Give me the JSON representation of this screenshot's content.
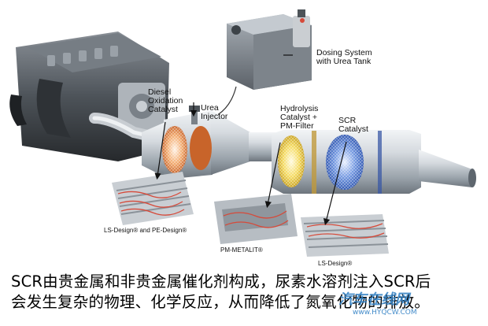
{
  "labels": {
    "dosing": "Dosing System\nwith Urea Tank",
    "doc": "Diesel\nOxidation\nCatalyst",
    "urea": "Urea\nInjector",
    "hydrolysis": "Hydrolysis\nCatalyst +\nPM-Filter",
    "scr": "SCR\nCatalyst",
    "ls_pe": "LS-Design® and PE-Design®",
    "pm_metalit": "PM-METALIT®",
    "ls": "LS-Design®"
  },
  "caption": {
    "line1": "SCR由贵金属和非贵金属催化剂构成，尿素水溶剂注入SCR后",
    "line2": "会发生复杂的物理、化学反应，从而降低了氮氧化物的排放。"
  },
  "watermark": {
    "main": "汽车在线网",
    "url": "www.HYQCW.COM"
  },
  "colors": {
    "accent": "#2f7fc4",
    "arrow": "#111111",
    "can": "#c9ced3",
    "doc_core": "#e07f3a",
    "hydro_core": "#f0d24a",
    "scr_core": "#3f6fd0",
    "flow": "#d64a3a"
  }
}
